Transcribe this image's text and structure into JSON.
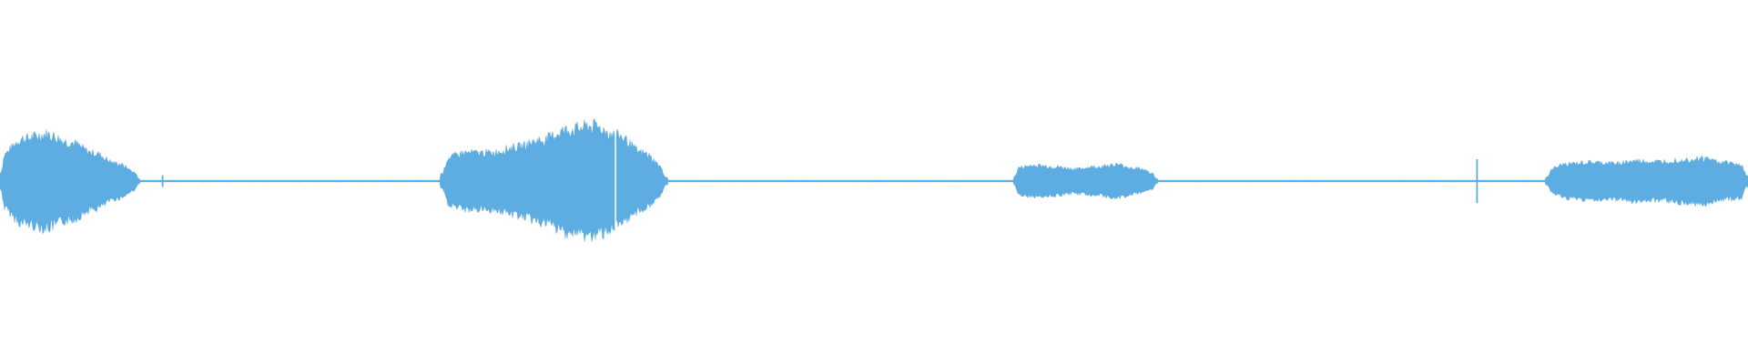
{
  "waveform": {
    "color": "#5dade2",
    "background": "#ffffff",
    "duration_fraction_start": 0,
    "duration_fraction_end": 1,
    "segments": [
      {
        "start": 0.0,
        "end": 0.08,
        "peak": 0.66,
        "shape": [
          0.35,
          0.6,
          0.66,
          0.55,
          0.4,
          0.25,
          0.1
        ]
      },
      {
        "start": 0.252,
        "end": 0.382,
        "peak": 0.78,
        "shape": [
          0.3,
          0.4,
          0.4,
          0.48,
          0.58,
          0.72,
          0.78,
          0.65,
          0.4,
          0.15
        ]
      },
      {
        "start": 0.58,
        "end": 0.662,
        "peak": 0.23,
        "shape": [
          0.18,
          0.22,
          0.2,
          0.17,
          0.2,
          0.23,
          0.18,
          0.1
        ]
      },
      {
        "start": 0.884,
        "end": 1.0,
        "peak": 0.32,
        "shape": [
          0.15,
          0.24,
          0.26,
          0.25,
          0.28,
          0.27,
          0.3,
          0.32,
          0.26,
          0.22
        ]
      }
    ],
    "spikes": [
      {
        "position": 0.093,
        "amplitude": 0.08
      },
      {
        "position": 0.845,
        "amplitude": 0.3
      }
    ],
    "baseline_amplitude": 0.008
  }
}
